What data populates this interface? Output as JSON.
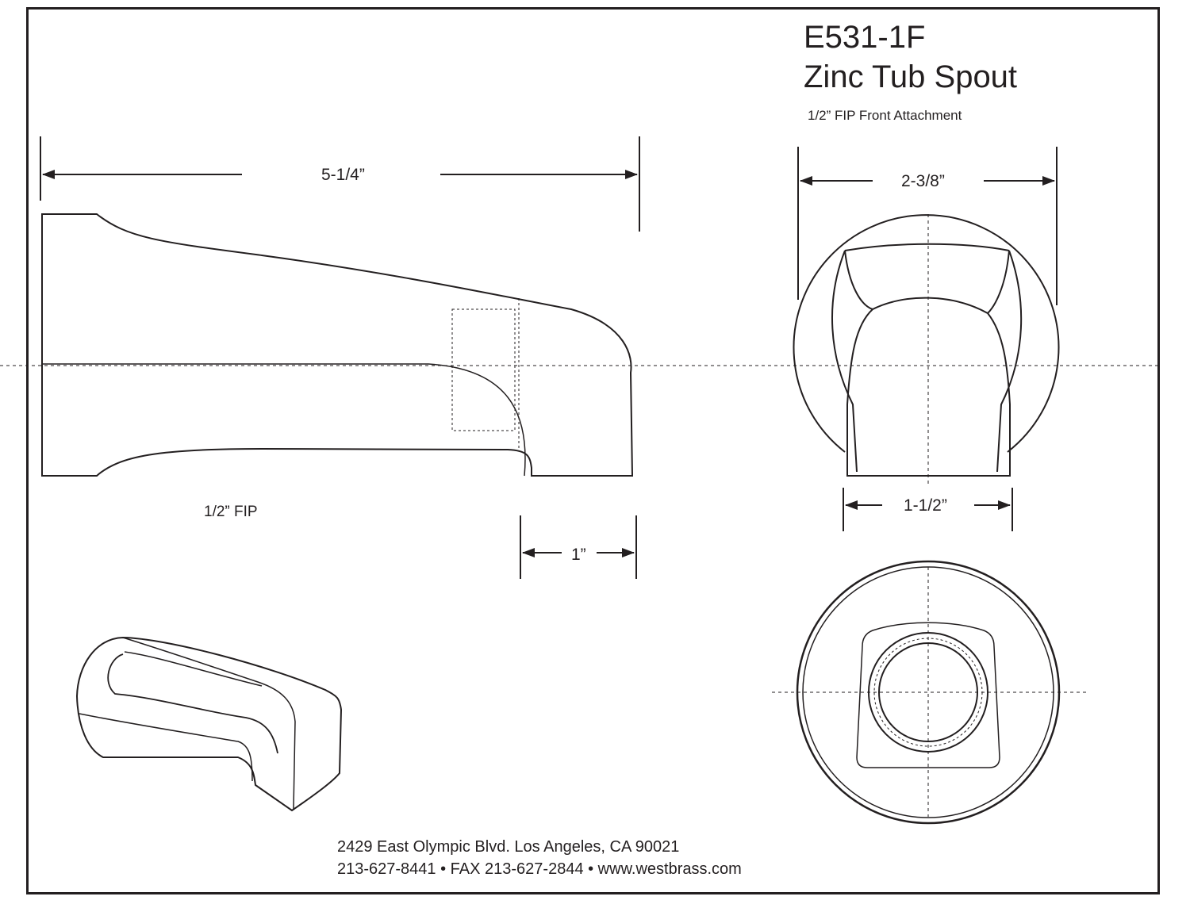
{
  "header": {
    "model": "E531-1F",
    "product": "Zinc Tub Spout",
    "attachment": "1/2” FIP Front Attachment"
  },
  "dimensions": {
    "overall_length": "5-1/4”",
    "outlet_offset": "1”",
    "width": "2-3/8”",
    "nozzle_width": "1-1/2”"
  },
  "labels": {
    "inlet": "1/2” FIP"
  },
  "footer": {
    "address": "2429 East Olympic Blvd. Los Angeles, CA  90021",
    "contact": "213-627-8441 • FAX 213-627-2844 • www.westbrass.com"
  },
  "colors": {
    "line": "#231f20",
    "background": "#ffffff"
  }
}
